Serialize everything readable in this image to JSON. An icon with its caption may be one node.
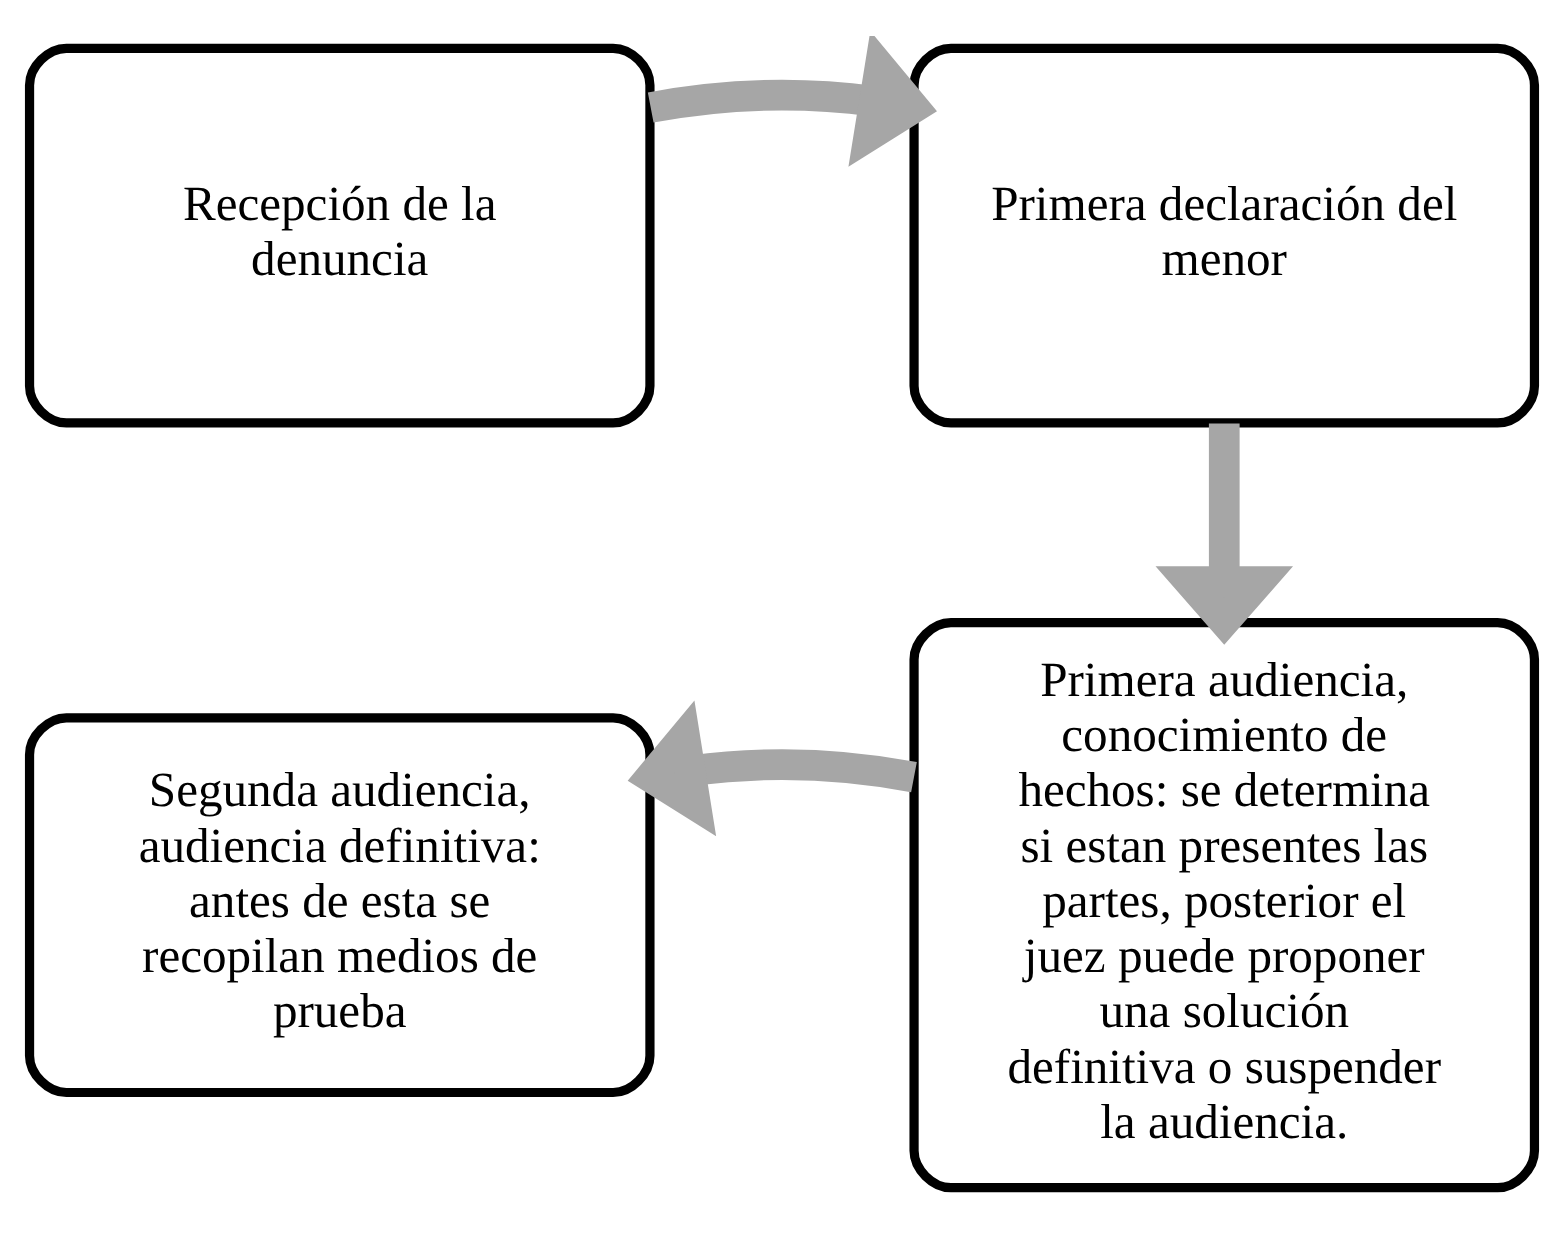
{
  "diagram": {
    "nodes": [
      {
        "text": [
          "Recepción de la denuncia"
        ]
      },
      {
        "text": [
          "Primera declaración del menor"
        ]
      },
      {
        "text": [
          "Primera audiencia, conocimiento de hechos: se determina si estan presentes las partes, posterior el juez puede proponer una solución definitiva o suspender la audiencia."
        ]
      },
      {
        "text": [
          "Segunda audiencia, audiencia definitiva: antes de esta se recopilan medios de prueba"
        ]
      }
    ],
    "edges": [
      {
        "from": 0,
        "to": 1,
        "arrow": "to"
      },
      {
        "from": 1,
        "to": 2,
        "arrow": "to"
      },
      {
        "from": 2,
        "to": 3,
        "arrow": "to"
      }
    ]
  }
}
